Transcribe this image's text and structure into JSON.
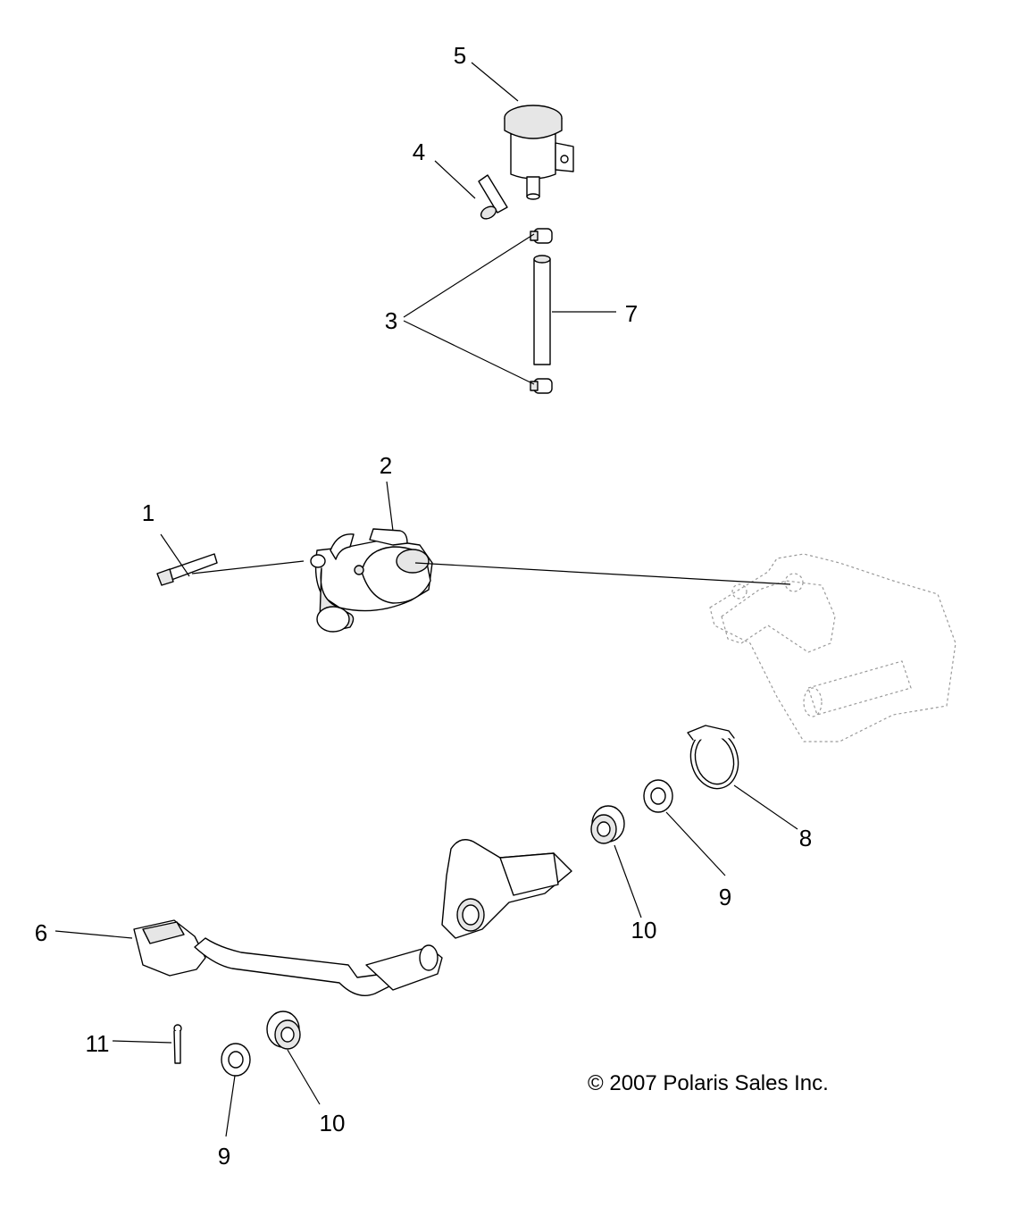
{
  "callouts": {
    "c1": "1",
    "c2": "2",
    "c3": "3",
    "c4": "4",
    "c5": "5",
    "c6": "6",
    "c7": "7",
    "c8": "8",
    "c9a": "9",
    "c9b": "9",
    "c10a": "10",
    "c10b": "10",
    "c11": "11"
  },
  "copyright": "© 2007 Polaris Sales Inc."
}
